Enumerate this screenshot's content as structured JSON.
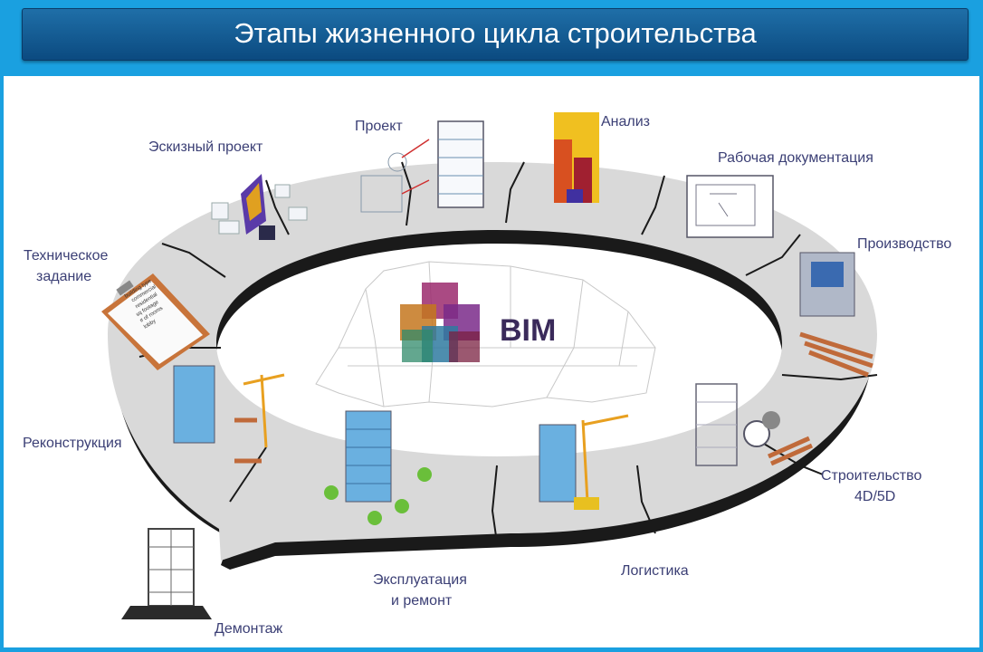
{
  "title": "Этапы жизненного цикла строительства",
  "center_label": "BIM",
  "stages": [
    {
      "id": "sketch",
      "lines": [
        "Эскизный проект"
      ]
    },
    {
      "id": "project",
      "lines": [
        "Проект"
      ]
    },
    {
      "id": "analysis",
      "lines": [
        "Анализ"
      ]
    },
    {
      "id": "workdocs",
      "lines": [
        "Рабочая документация"
      ]
    },
    {
      "id": "production",
      "lines": [
        "Производство"
      ]
    },
    {
      "id": "construction",
      "lines": [
        "Строительство",
        "4D/5D"
      ]
    },
    {
      "id": "logistics",
      "lines": [
        "Логистика"
      ]
    },
    {
      "id": "operation",
      "lines": [
        "Эксплуатация",
        "и ремонт"
      ]
    },
    {
      "id": "demolition",
      "lines": [
        "Демонтаж"
      ]
    },
    {
      "id": "reconstruction",
      "lines": [
        "Реконструкция"
      ]
    },
    {
      "id": "spec",
      "lines": [
        "Техническое",
        "задание"
      ]
    }
  ],
  "checklist_items": [
    "building type",
    "commercial",
    "residential",
    "sq footage",
    "# of rooms",
    "lobby"
  ],
  "colors": {
    "ring": "#d9d9d9",
    "ring_edge": "#1a1a1a",
    "text": "#3b3f75",
    "title_bg": "#0f5a92",
    "frame": "#1aa0e0"
  }
}
